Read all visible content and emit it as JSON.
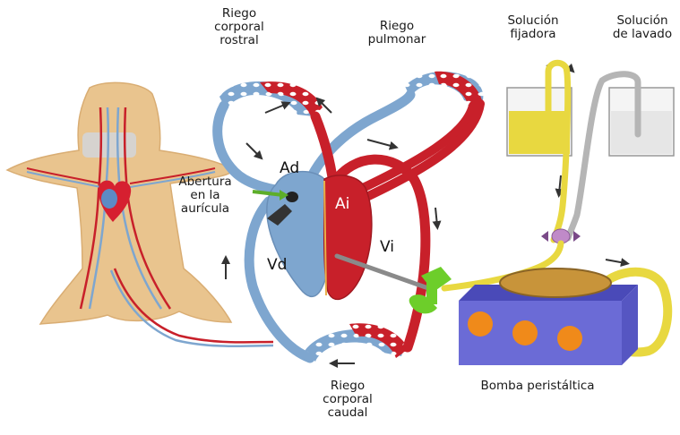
{
  "labels": {
    "riego_corporal_rostral": "Riego\ncorporal\nrostral",
    "riego_pulmonar": "Riego\npulmonar",
    "solucion_fijadora": "Solución\nfijadora",
    "solucion_lavado": "Solución\nde lavado",
    "abertura_auricula": "Abertura\nen la\naurícula",
    "ad": "Ad",
    "ai": "Ai",
    "vd": "Vd",
    "vi": "Vi",
    "bomba_peristaltica": "Bomba peristáltica",
    "riego_corporal_caudal": "Riego\ncorporal\ncaudal"
  },
  "colors": {
    "artery_red": "#c8202a",
    "vein_blue": "#7ea6cf",
    "fixative_yellow": "#e8d840",
    "wash_gray": "#b5b5b5",
    "pump_body": "#6b6bd6",
    "pump_dot": "#f08a1a",
    "clamp_green": "#6dce2a",
    "animal_skin": "#e9c48e"
  }
}
